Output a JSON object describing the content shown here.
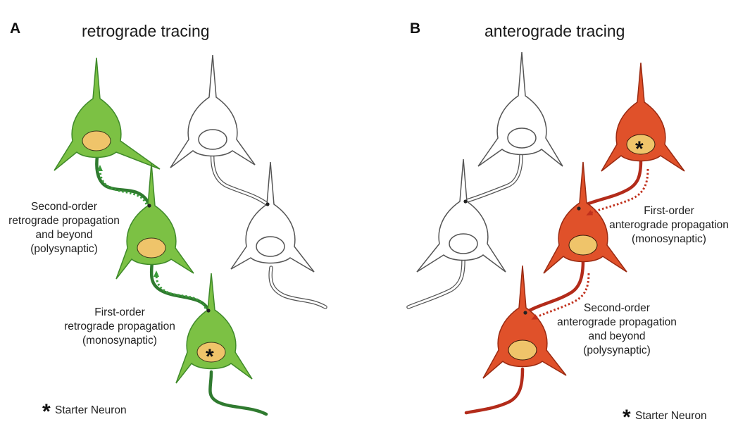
{
  "panel_a": {
    "letter": "A",
    "title": "retrograde tracing",
    "label_second": [
      "Second-order",
      "retrograde propagation",
      "and beyond",
      "(polysynaptic)"
    ],
    "label_first": [
      "First-order",
      "retrograde propagation",
      "(monosynaptic)"
    ],
    "legend": "Starter Neuron"
  },
  "panel_b": {
    "letter": "B",
    "title": "anterograde tracing",
    "label_first": [
      "First-order",
      "anterograde propagation",
      "(monosynaptic)"
    ],
    "label_second": [
      "Second-order",
      "anterograde propagation",
      "and beyond",
      "(polysynaptic)"
    ],
    "legend": "Starter Neuron"
  },
  "star_symbol": "*",
  "colors": {
    "green_fill": "#7cc144",
    "green_stroke": "#3f8a2a",
    "green_dark": "#2f7a2f",
    "red_fill": "#e0512a",
    "red_stroke": "#9a2a12",
    "red_dark": "#b32b1a",
    "nucleus": "#efc46a",
    "outline": "#555555"
  }
}
